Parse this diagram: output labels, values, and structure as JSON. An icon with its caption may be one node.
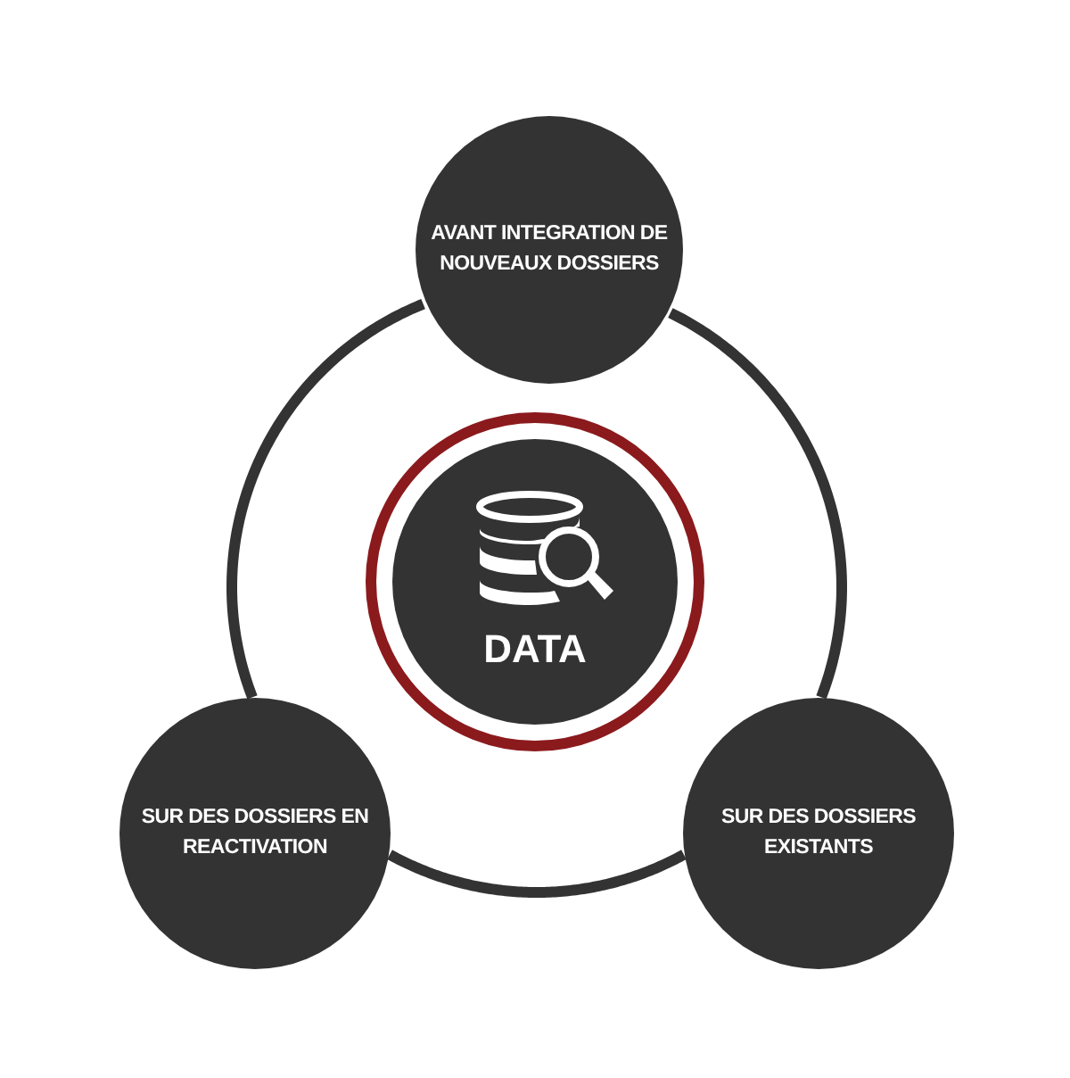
{
  "diagram": {
    "nodes": [
      {
        "text": [
          "AVANT INTEGRATION DE NOUVEAUX DOSSIERS"
        ]
      },
      {
        "text": [
          "DATA"
        ]
      },
      {
        "text": [
          "SUR DES DOSSIERS EN REACTIVATION"
        ]
      },
      {
        "text": [
          "SUR DES DOSSIERS EXISTANTS"
        ]
      }
    ],
    "edges": [
      {
        "from": 0,
        "to": 3,
        "arrow": "none"
      },
      {
        "from": 3,
        "to": 2,
        "arrow": "none"
      },
      {
        "from": 2,
        "to": 0,
        "arrow": "none"
      }
    ]
  }
}
